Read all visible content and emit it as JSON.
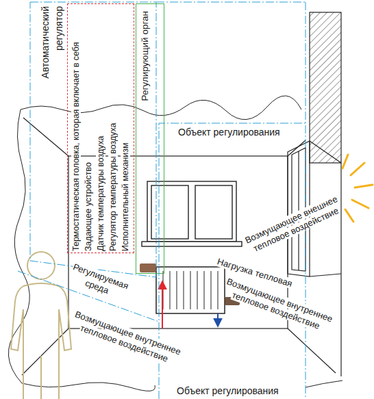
{
  "diagram": {
    "nodes": [
      {
        "text": [
          "Автоматический регулятор"
        ]
      },
      {
        "text": [
          "Термостатическая головка, которая включает в себя",
          "Задающее устройство",
          "Датчик температуры воздуха",
          "Регулятор температуры воздуха",
          "Исполнительный механизм"
        ],
        "in": 0
      },
      {
        "text": [
          "Регулирующий орган"
        ]
      },
      {
        "text": [
          "Объект регулирования",
          "Объект регулирования"
        ]
      }
    ],
    "labels": [
      "Возмущающее внешнее тепловое воздействие",
      "Нагрузка тепловая",
      "Возмущающее внутреннее тепловое воздействие",
      "Регулируемая среда",
      "Возмущающее внутреннее тепловое воздействие"
    ]
  }
}
